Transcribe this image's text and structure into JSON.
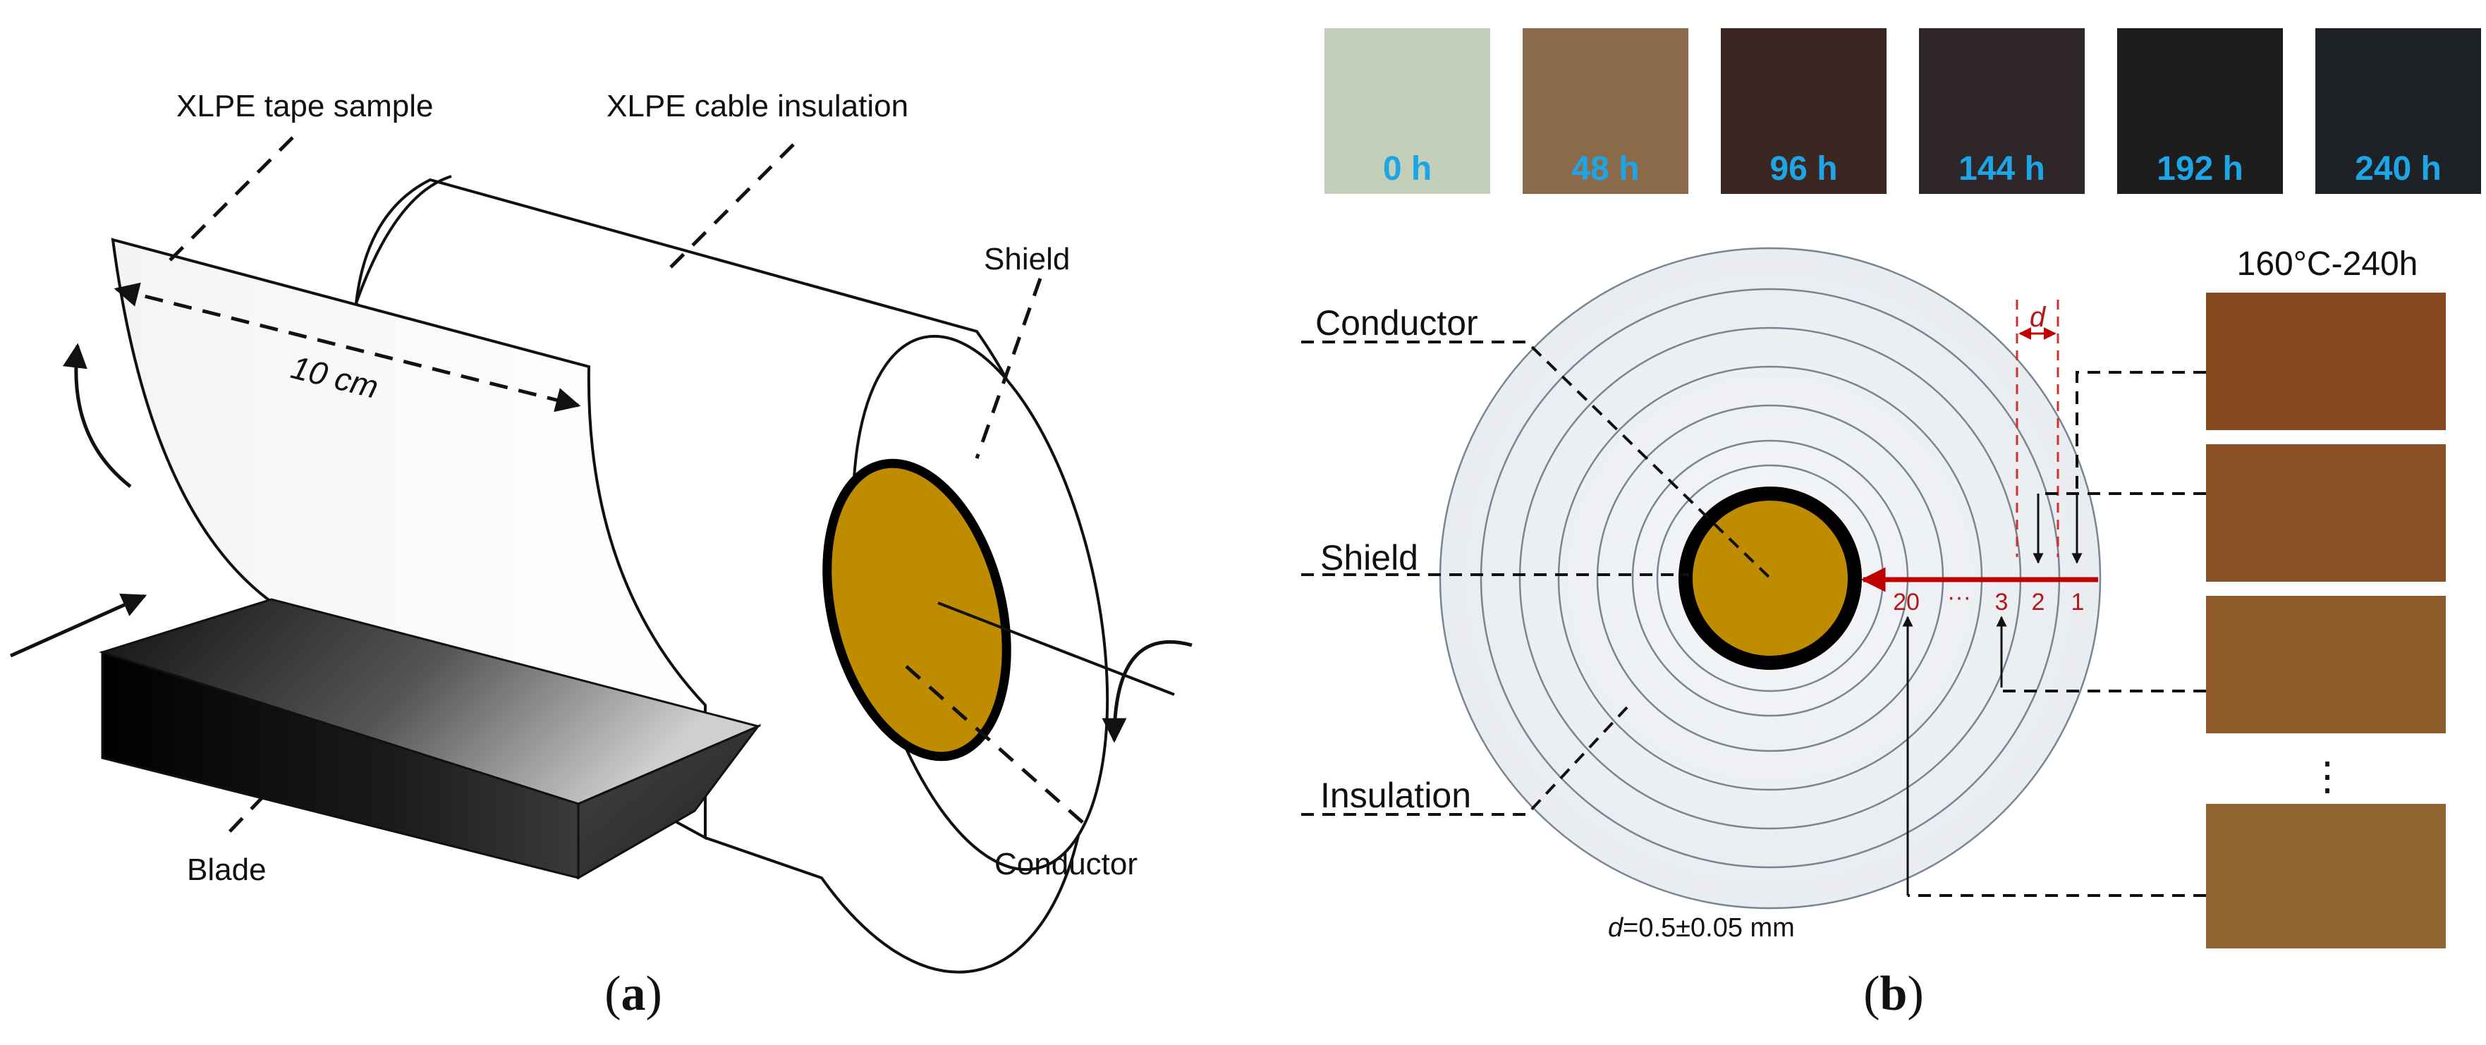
{
  "panel_a": {
    "tape_label": "XLPE tape sample",
    "insulation_label": "XLPE cable insulation",
    "shield_label": "Shield",
    "length_label": "10 cm",
    "blade_label": "Blade",
    "conductor_label": "Conductor",
    "caption_letter": "a"
  },
  "panel_b": {
    "aging_samples": [
      {
        "label": "0 h",
        "color": "#c3cfb9"
      },
      {
        "label": "48 h",
        "color": "#8b6a49"
      },
      {
        "label": "96 h",
        "color": "#3a2722"
      },
      {
        "label": "144 h",
        "color": "#2f2629"
      },
      {
        "label": "192 h",
        "color": "#1d1d1d"
      },
      {
        "label": "240 h",
        "color": "#1e2126"
      }
    ],
    "condition_label": "160°C-240h",
    "conductor_label": "Conductor",
    "shield_label": "Shield",
    "insulation_label": "Insulation",
    "d_label": "d",
    "layer_labels": [
      "20",
      "···",
      "3",
      "2",
      "1"
    ],
    "thickness_label_var": "d",
    "thickness_label_value": "=0.5±0.05 mm",
    "layer_swatches": [
      {
        "color": "#86481f"
      },
      {
        "color": "#8a5127"
      },
      {
        "color": "#8d5a2a"
      },
      {
        "color": "#8f6431"
      }
    ],
    "ellipsis": "⋮",
    "caption_letter": "b"
  },
  "colors": {
    "conductor": "#bf8c00",
    "arrow_red": "#c00000",
    "time_label": "#1ea5e6"
  }
}
